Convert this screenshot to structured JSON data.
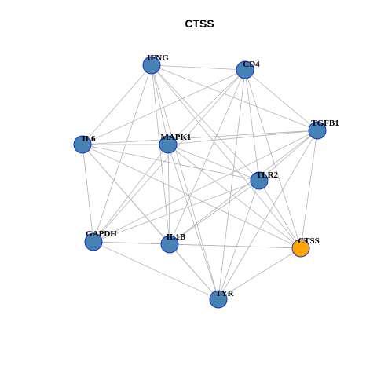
{
  "title": "CTSS",
  "colors": {
    "node_fill": "#4682b4",
    "node_stroke": "#1a2ecc",
    "highlight_fill": "#ffa500",
    "highlight_stroke": "#1a2ecc",
    "edge": "#b4b4b4"
  },
  "nodes": [
    {
      "id": "IFNG",
      "label": "IFNG",
      "highlight": false
    },
    {
      "id": "CD4",
      "label": "CD4",
      "highlight": false
    },
    {
      "id": "TGFB1",
      "label": "TGFB1",
      "highlight": false
    },
    {
      "id": "IL6",
      "label": "IL6",
      "highlight": false
    },
    {
      "id": "MAPK1",
      "label": "MAPK1",
      "highlight": false
    },
    {
      "id": "TLR2",
      "label": "TLR2",
      "highlight": false
    },
    {
      "id": "GAPDH",
      "label": "GAPDH",
      "highlight": false
    },
    {
      "id": "IL1B",
      "label": "IL1B",
      "highlight": false
    },
    {
      "id": "CTSS",
      "label": "CTSS",
      "highlight": true
    },
    {
      "id": "TYR",
      "label": "TYR",
      "highlight": false
    }
  ],
  "edges": [
    [
      "IFNG",
      "CD4"
    ],
    [
      "IFNG",
      "TGFB1"
    ],
    [
      "IFNG",
      "IL6"
    ],
    [
      "IFNG",
      "MAPK1"
    ],
    [
      "IFNG",
      "TLR2"
    ],
    [
      "IFNG",
      "GAPDH"
    ],
    [
      "IFNG",
      "IL1B"
    ],
    [
      "IFNG",
      "CTSS"
    ],
    [
      "IFNG",
      "TYR"
    ],
    [
      "CD4",
      "TGFB1"
    ],
    [
      "CD4",
      "IL6"
    ],
    [
      "CD4",
      "MAPK1"
    ],
    [
      "CD4",
      "TLR2"
    ],
    [
      "CD4",
      "GAPDH"
    ],
    [
      "CD4",
      "IL1B"
    ],
    [
      "CD4",
      "CTSS"
    ],
    [
      "CD4",
      "TYR"
    ],
    [
      "TGFB1",
      "IL6"
    ],
    [
      "TGFB1",
      "MAPK1"
    ],
    [
      "TGFB1",
      "TLR2"
    ],
    [
      "TGFB1",
      "GAPDH"
    ],
    [
      "TGFB1",
      "IL1B"
    ],
    [
      "TGFB1",
      "CTSS"
    ],
    [
      "TGFB1",
      "TYR"
    ],
    [
      "IL6",
      "MAPK1"
    ],
    [
      "IL6",
      "TLR2"
    ],
    [
      "IL6",
      "GAPDH"
    ],
    [
      "IL6",
      "IL1B"
    ],
    [
      "IL6",
      "CTSS"
    ],
    [
      "IL6",
      "TYR"
    ],
    [
      "MAPK1",
      "TLR2"
    ],
    [
      "MAPK1",
      "GAPDH"
    ],
    [
      "MAPK1",
      "IL1B"
    ],
    [
      "MAPK1",
      "CTSS"
    ],
    [
      "MAPK1",
      "TYR"
    ],
    [
      "TLR2",
      "GAPDH"
    ],
    [
      "TLR2",
      "IL1B"
    ],
    [
      "TLR2",
      "CTSS"
    ],
    [
      "TLR2",
      "TYR"
    ],
    [
      "GAPDH",
      "IL1B"
    ],
    [
      "GAPDH",
      "CTSS"
    ],
    [
      "GAPDH",
      "TYR"
    ],
    [
      "IL1B",
      "CTSS"
    ],
    [
      "IL1B",
      "TYR"
    ],
    [
      "CTSS",
      "TYR"
    ]
  ]
}
